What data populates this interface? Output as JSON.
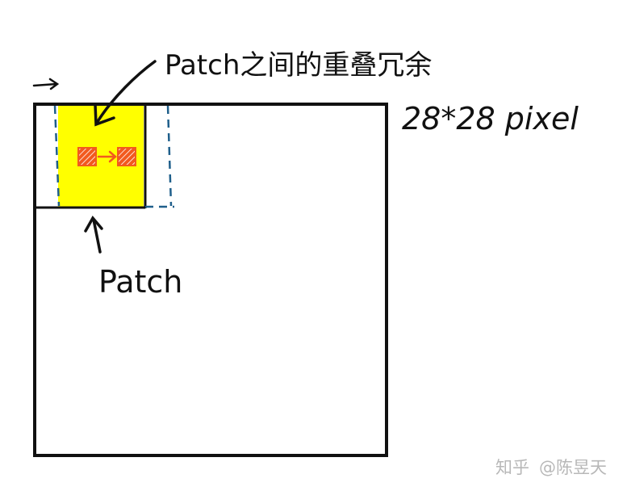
{
  "labels": {
    "overlap_caption": "Patch之间的重叠冗余",
    "image_size": "28*28 pixel",
    "patch_label": "Patch"
  },
  "watermark": {
    "site": "知乎",
    "author": "@陈昱天"
  },
  "colors": {
    "ink": "#111111",
    "patch_fill": "#ffff00",
    "pixel_fill": "#f25a1e",
    "dashed_outline": "#1f5f8b",
    "watermark": "#bbbbbb"
  },
  "icons": {
    "move_arrow": "small-right-arrow",
    "pixel_hatch": "hatched-square"
  }
}
